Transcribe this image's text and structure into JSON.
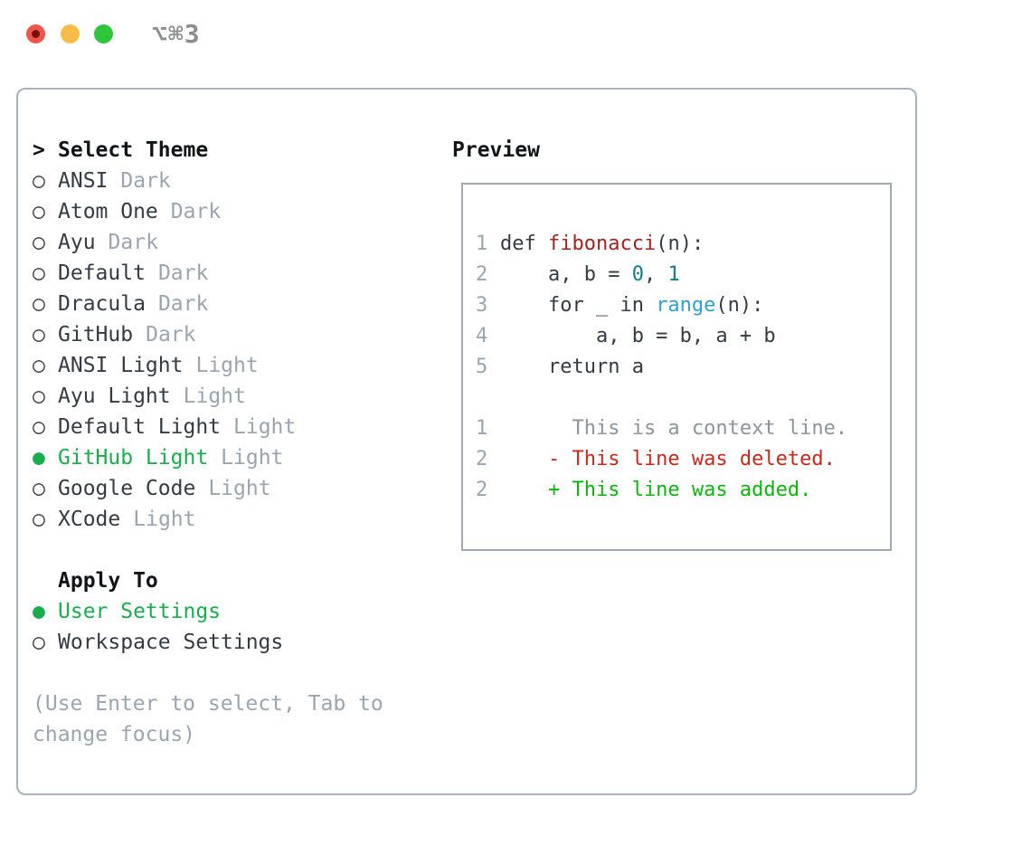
{
  "titlebar": {
    "title": "⌥⌘3"
  },
  "colors": {
    "accent_green_selected": "#1aad4e",
    "diff_added_green": "#0cb50c",
    "diff_deleted_red": "#c9291a",
    "function_red": "#a3241c",
    "number_teal": "#0e7e88",
    "call_blue": "#2f9fd4",
    "muted_gray": "#9aa5b1",
    "text_dark": "#343b44",
    "panel_border": "#a9b3bd",
    "traffic_red": "#f2564b",
    "traffic_yellow": "#f8bd49",
    "traffic_green": "#2fc53c"
  },
  "left": {
    "heading_marker": ">",
    "heading": "Select Theme",
    "themes": [
      {
        "marker": "○",
        "name": "ANSI",
        "variant": "Dark",
        "selected": false
      },
      {
        "marker": "○",
        "name": "Atom One",
        "variant": "Dark",
        "selected": false
      },
      {
        "marker": "○",
        "name": "Ayu",
        "variant": "Dark",
        "selected": false
      },
      {
        "marker": "○",
        "name": "Default",
        "variant": "Dark",
        "selected": false
      },
      {
        "marker": "○",
        "name": "Dracula",
        "variant": "Dark",
        "selected": false
      },
      {
        "marker": "○",
        "name": "GitHub",
        "variant": "Dark",
        "selected": false
      },
      {
        "marker": "○",
        "name": "ANSI Light",
        "variant": "Light",
        "selected": false
      },
      {
        "marker": "○",
        "name": "Ayu Light",
        "variant": "Light",
        "selected": false
      },
      {
        "marker": "○",
        "name": "Default Light",
        "variant": "Light",
        "selected": false
      },
      {
        "marker": "●",
        "name": "GitHub Light",
        "variant": "Light",
        "selected": true
      },
      {
        "marker": "○",
        "name": "Google Code",
        "variant": "Light",
        "selected": false
      },
      {
        "marker": "○",
        "name": "XCode",
        "variant": "Light",
        "selected": false
      }
    ],
    "apply_marker": "",
    "apply_heading": "Apply To",
    "apply_options": [
      {
        "marker": "●",
        "label": "User Settings",
        "selected": true
      },
      {
        "marker": "○",
        "label": "Workspace Settings",
        "selected": false
      }
    ],
    "hint_line1": "(Use Enter to select, Tab to",
    "hint_line2": "change focus)"
  },
  "preview": {
    "heading": "Preview",
    "code": [
      {
        "ln": "1",
        "s": [
          "def ",
          "fibonacci",
          "(n):"
        ]
      },
      {
        "ln": "2",
        "s": [
          "    a, b = ",
          "0",
          ", ",
          "1"
        ]
      },
      {
        "ln": "3",
        "s": [
          "    for _ in ",
          "range",
          "(n):"
        ]
      },
      {
        "ln": "4",
        "s": [
          "        a, b = b, a + b"
        ]
      },
      {
        "ln": "5",
        "s": [
          "    return a"
        ]
      },
      {
        "ln": "",
        "s": [
          ""
        ]
      },
      {
        "ln": "1",
        "s": [
          "      This is a context line."
        ]
      },
      {
        "ln": "2",
        "s": [
          "    - This line was deleted."
        ]
      },
      {
        "ln": "2",
        "s": [
          "    + This line was added."
        ]
      }
    ]
  }
}
